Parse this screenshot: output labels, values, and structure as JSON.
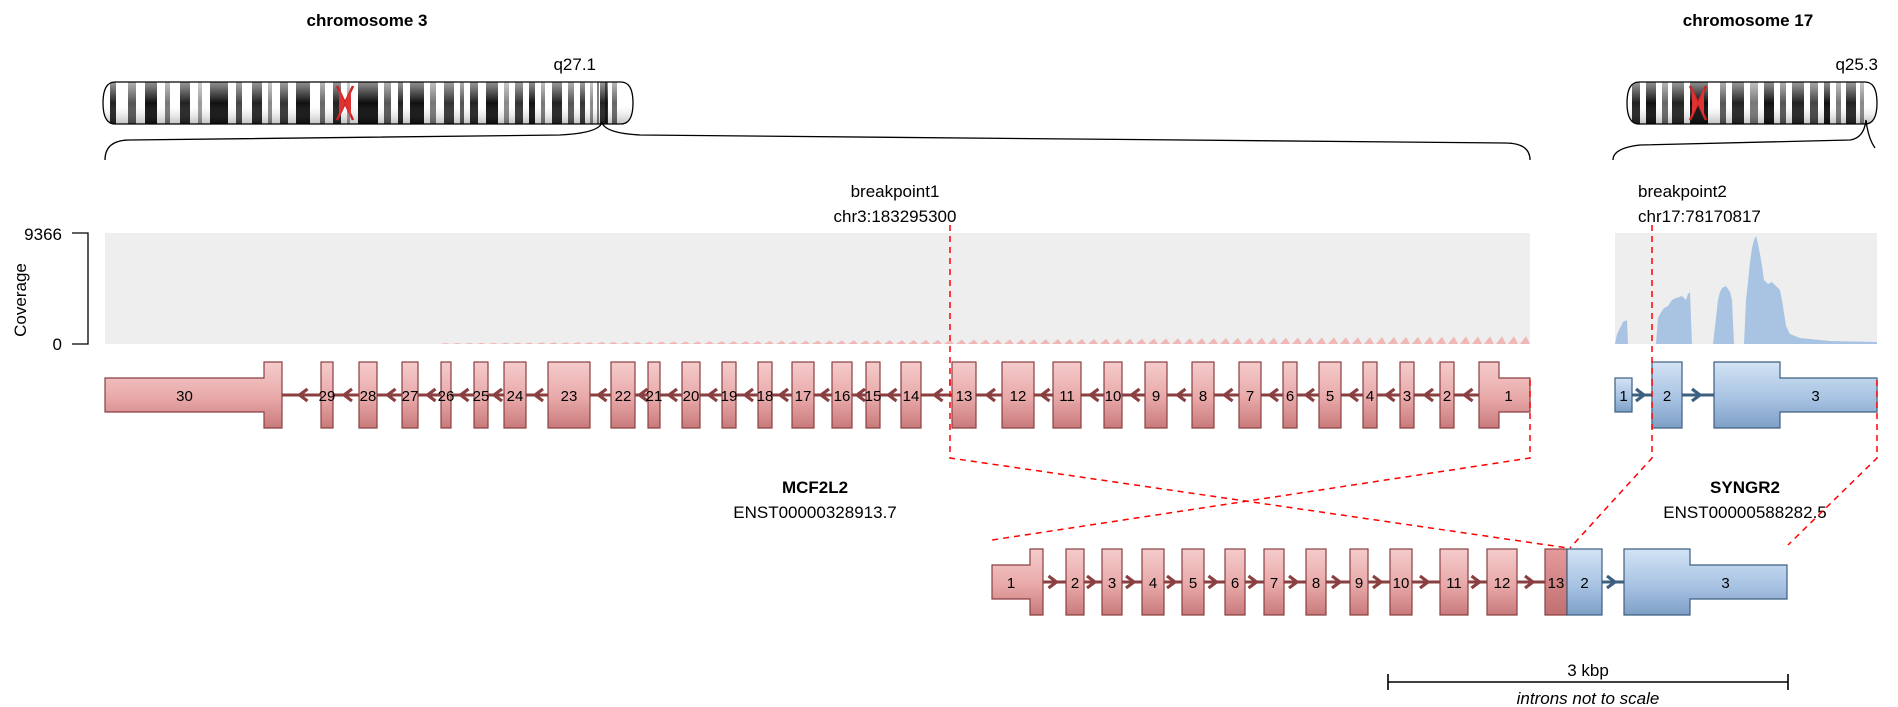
{
  "chromosome_left": {
    "name": "chromosome 3",
    "band": "q27.1"
  },
  "chromosome_right": {
    "name": "chromosome 17",
    "band": "q25.3"
  },
  "coverage_axis": {
    "label": "Coverage",
    "max_label": "9366",
    "min_label": "0"
  },
  "breakpoints": [
    {
      "name": "breakpoint1",
      "position": "chr3:183295300"
    },
    {
      "name": "breakpoint2",
      "position": "chr17:78170817"
    }
  ],
  "genes": [
    {
      "name": "MCF2L2",
      "transcript": "ENST00000328913.7",
      "strand": "-",
      "color": "#e8aaaa",
      "exons": [
        "30",
        "29",
        "28",
        "27",
        "26",
        "25",
        "24",
        "23",
        "22",
        "21",
        "20",
        "19",
        "18",
        "17",
        "16",
        "15",
        "14",
        "13",
        "12",
        "11",
        "10",
        "9",
        "8",
        "7",
        "6",
        "5",
        "4",
        "3",
        "2",
        "1"
      ]
    },
    {
      "name": "SYNGR2",
      "transcript": "ENST00000588282.5",
      "strand": "+",
      "color": "#a9c4e3",
      "exons": [
        "1",
        "2",
        "3"
      ]
    }
  ],
  "fusion": {
    "exons_gene1": [
      "1",
      "2",
      "3",
      "4",
      "5",
      "6",
      "7",
      "8",
      "9",
      "10",
      "11",
      "12",
      "13"
    ],
    "exons_gene2": [
      "2",
      "3"
    ]
  },
  "scale_bar": {
    "label": "3 kbp",
    "note": "introns not to scale"
  },
  "colors": {
    "gene1": "#e8aaaa",
    "gene1_stroke": "#8a3f40",
    "gene2": "#a9c4e3",
    "gene2_stroke": "#3d5f80",
    "breakpoint": "#ff0000",
    "coverage_bg": "#eeeeee"
  }
}
